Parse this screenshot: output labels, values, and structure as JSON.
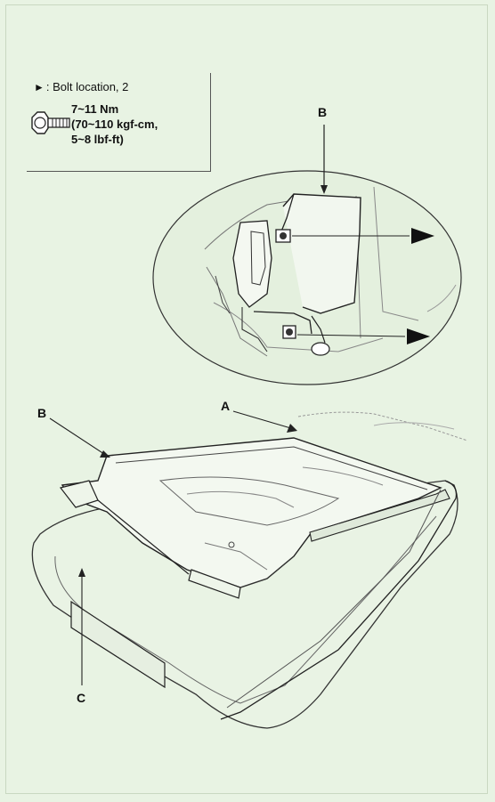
{
  "legend": {
    "marker": "►",
    "bolt_text": ": Bolt location, 2",
    "torque_line1": "7~11 Nm",
    "torque_line2": "(70~110 kgf-cm,",
    "torque_line3": "5~8 lbf-ft)"
  },
  "labels": {
    "detail_b": "B",
    "callout_b": "B",
    "callout_a": "A",
    "callout_c": "C"
  },
  "icons": [
    "bolt-icon",
    "bolt-location-arrow-icon"
  ]
}
